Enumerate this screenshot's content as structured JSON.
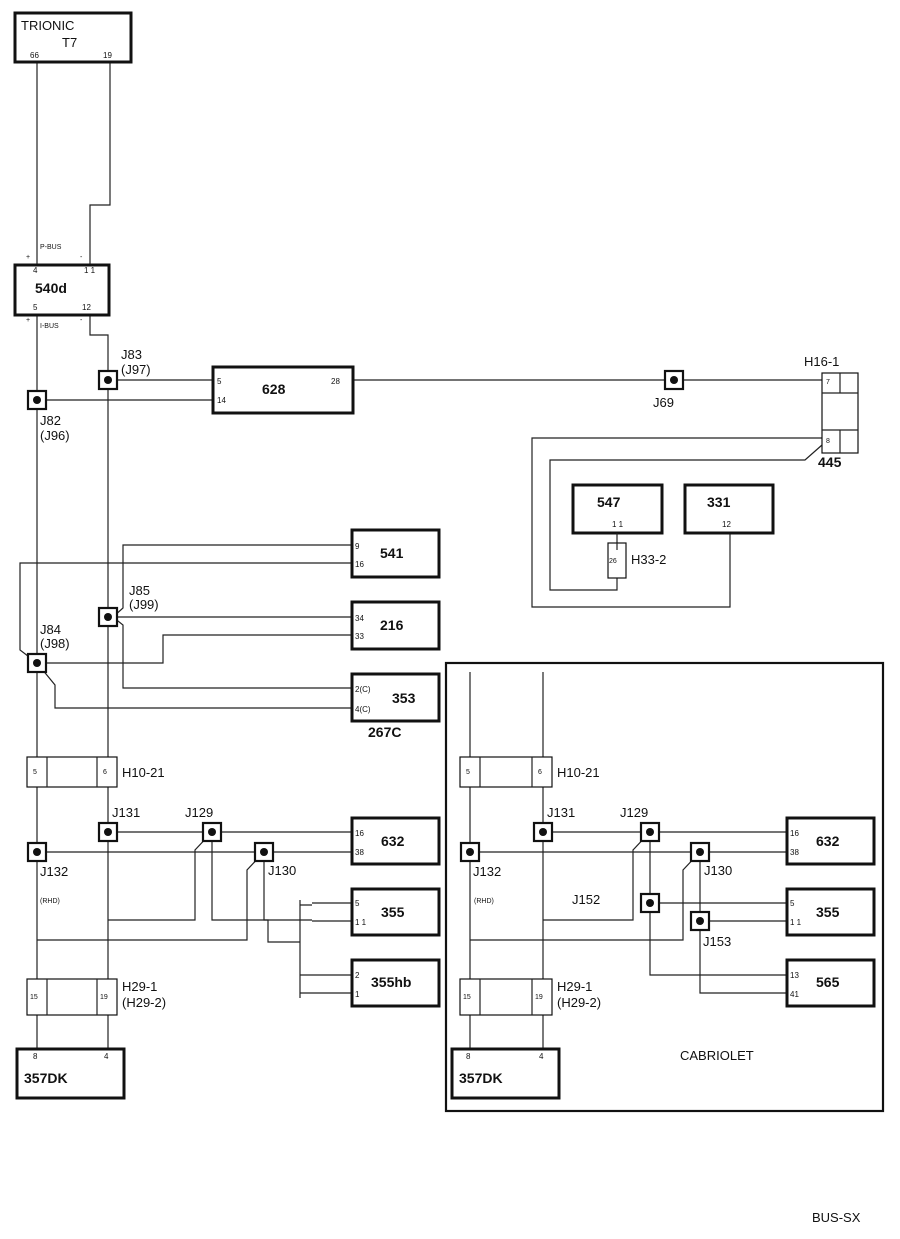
{
  "modules": {
    "trionic": {
      "line1": "TRIONIC",
      "line2": "T7",
      "pin_a": "66",
      "pin_b": "19"
    },
    "m540d": {
      "label": "540d",
      "pin_tl": "4",
      "pin_tr": "1 1",
      "pin_bl": "5",
      "pin_br": "12",
      "pbus": "P-BUS",
      "ibus": "I-BUS",
      "plus": "+",
      "minus": "-"
    },
    "m628": {
      "label": "628",
      "pin_5": "5",
      "pin_14": "14",
      "pin_28": "28"
    },
    "m541": {
      "label": "541",
      "pin_a": "9",
      "pin_b": "16"
    },
    "m216": {
      "label": "216",
      "pin_a": "34",
      "pin_b": "33"
    },
    "m353": {
      "label": "353",
      "pin_a": "2(C)",
      "pin_b": "4(C)",
      "sub": "267C"
    },
    "m547": {
      "label": "547",
      "pin": "1 1"
    },
    "m331": {
      "label": "331",
      "pin": "12"
    },
    "h33": {
      "label": "H33-2",
      "pin": "26"
    },
    "h16": {
      "label": "H16-1",
      "pin_a": "7",
      "pin_b": "8",
      "sub": "445"
    },
    "left": {
      "h1021": {
        "label": "H10-21",
        "pin_a": "5",
        "pin_b": "6"
      },
      "m632": {
        "label": "632",
        "pin_a": "16",
        "pin_b": "38"
      },
      "m355": {
        "label": "355",
        "pin_a": "5",
        "pin_b": "1 1"
      },
      "m355hb": {
        "label": "355hb",
        "pin_a": "2",
        "pin_b": "1"
      },
      "h291": {
        "label": "H29-1",
        "label2": "(H29-2)",
        "pin_a": "15",
        "pin_b": "19"
      },
      "m357": {
        "label": "357DK",
        "pin_a": "8",
        "pin_b": "4"
      },
      "rhd": "(RHD)"
    },
    "right": {
      "h1021": {
        "label": "H10-21",
        "pin_a": "5",
        "pin_b": "6"
      },
      "m632": {
        "label": "632",
        "pin_a": "16",
        "pin_b": "38"
      },
      "m355": {
        "label": "355",
        "pin_a": "5",
        "pin_b": "1 1"
      },
      "m565": {
        "label": "565",
        "pin_a": "13",
        "pin_b": "41"
      },
      "h291": {
        "label": "H29-1",
        "label2": "(H29-2)",
        "pin_a": "15",
        "pin_b": "19"
      },
      "m357": {
        "label": "357DK",
        "pin_a": "8",
        "pin_b": "4"
      },
      "rhd": "(RHD)",
      "cabriolet": "CABRIOLET"
    }
  },
  "junctions": {
    "j83": "J83",
    "j97": "(J97)",
    "j82": "J82",
    "j96": "(J96)",
    "j69": "J69",
    "j85": "J85",
    "j99": "(J99)",
    "j84": "J84",
    "j98": "(J98)",
    "l_j131": "J131",
    "l_j129": "J129",
    "l_j132": "J132",
    "l_j130": "J130",
    "r_j131": "J131",
    "r_j129": "J129",
    "r_j132": "J132",
    "r_j130": "J130",
    "r_j152": "J152",
    "r_j153": "J153"
  },
  "footer": {
    "code": "BUS-SX"
  }
}
